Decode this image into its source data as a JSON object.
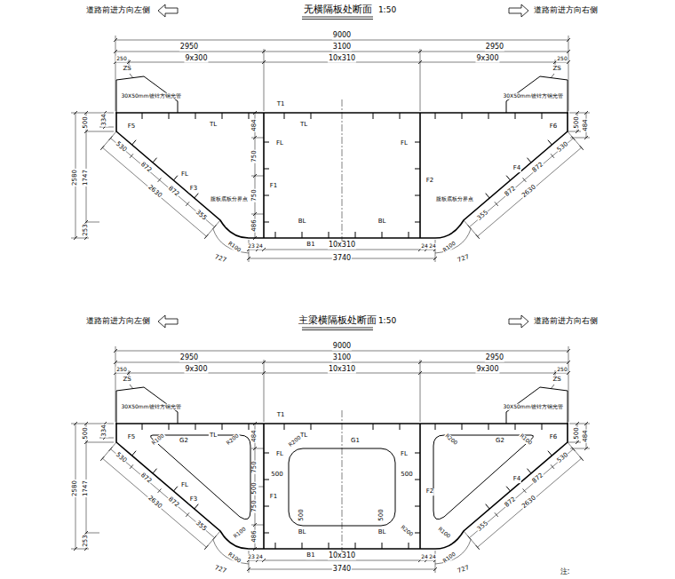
{
  "diagram": {
    "labels": [
      "道路前进方向左侧",
      "道路前进方向右侧",
      "无横隔板处断面",
      "1:50",
      "9000",
      "2950",
      "3100",
      "2950",
      "250",
      "9x300",
      "10x310",
      "9x300",
      "250",
      "ZS",
      "ZS",
      "30X50mm镀锌方钢光管",
      "30X50mm镀锌方钢光管",
      "T1",
      "TL",
      "TL",
      "F5",
      "F6",
      "FL",
      "FL",
      "F1",
      "F2",
      "FL",
      "F3",
      "腹板底板分界点",
      "腹板底板分界点",
      "F4",
      "BL",
      "BL",
      "B1",
      "10x310",
      "3740",
      "23",
      "24",
      "24",
      "24",
      "500",
      "334",
      "2580",
      "1747",
      "253",
      "484",
      "750",
      "750",
      "486",
      "500",
      "484",
      "530",
      "872",
      "872",
      "2630",
      "355",
      "R100",
      "727",
      "530",
      "872",
      "872",
      "2630",
      "355",
      "R100",
      "727",
      "道路前进方向左侧",
      "道路前进方向右侧",
      "主梁横隔板处断面",
      "1:50",
      "9000",
      "2950",
      "3100",
      "2950",
      "250",
      "9x300",
      "10x310",
      "9x300",
      "250",
      "ZS",
      "ZS",
      "30X50mm镀锌方钢光管",
      "30X50mm镀锌方钢光管",
      "T1",
      "TL",
      "TL",
      "F5",
      "F6",
      "FL",
      "FL",
      "F1",
      "F2",
      "FL",
      "F3",
      "F4",
      "BL",
      "BL",
      "B1",
      "10x310",
      "3740",
      "23",
      "24",
      "24",
      "24",
      "500",
      "334",
      "2580",
      "1747",
      "253",
      "484",
      "750",
      "750",
      "486",
      "500",
      "484",
      "530",
      "872",
      "872",
      "2630",
      "355",
      "R100",
      "727",
      "530",
      "872",
      "872",
      "2630",
      "355",
      "R100",
      "727",
      "G2",
      "R100",
      "R200",
      "R200",
      "G1",
      "R200",
      "G2",
      "R100",
      "500",
      "500",
      "500",
      "500",
      "500",
      "R200",
      "R100",
      "R100",
      "注:"
    ]
  }
}
